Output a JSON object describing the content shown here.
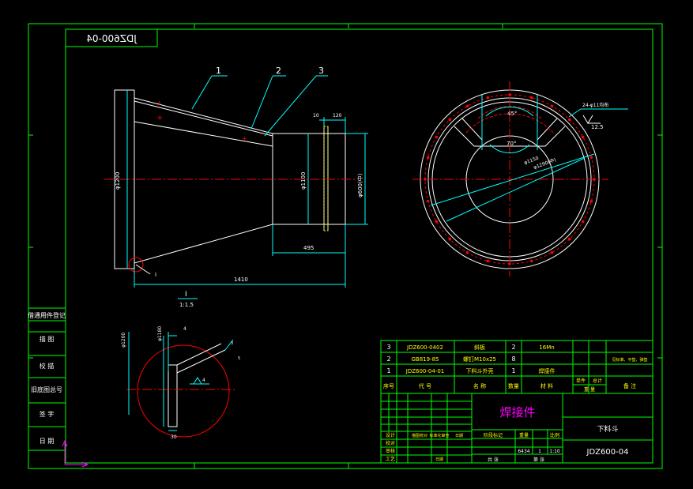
{
  "drawing": {
    "number_mirrored": "JDZ600-04",
    "part_name": "焊接件",
    "assembly_name": "下料斗",
    "drawing_number": "JDZ600-04",
    "scale": "1:10",
    "weight": "6434",
    "qty_box": "1",
    "title_words": {
      "sheets_total": "共 张",
      "sheet_n": "第 张",
      "stage": "阶段标记",
      "weight_h": "重量",
      "scale_h": "比例"
    }
  },
  "left_column": [
    "借通用件登记",
    "描  图",
    "校  描",
    "旧底图总号",
    "签  字",
    "日  期"
  ],
  "bom": {
    "headers": [
      "序号",
      "代  号",
      "名  称",
      "数量",
      "材  料",
      "单件",
      "总计",
      "备  注"
    ],
    "weight_sub": [
      "重  量"
    ],
    "rows": [
      {
        "no": "3",
        "code": "JDZ600-0402",
        "name": "斜板",
        "qty": "2",
        "mat": "16Mn",
        "note": ""
      },
      {
        "no": "2",
        "code": "GB819-85",
        "name": "螺钉M10x25",
        "qty": "8",
        "mat": "",
        "note": "见标准、平垫、弹垫"
      },
      {
        "no": "1",
        "code": "JDZ600-04-01",
        "name": "下料斗外壳",
        "qty": "1",
        "mat": "焊接件",
        "note": ""
      }
    ]
  },
  "signatures": {
    "rows": [
      "设计",
      "校对",
      "审核",
      "工艺"
    ],
    "col_labels": [
      "标准化审查",
      "日期",
      "日期"
    ],
    "design_sign": "描图校对"
  },
  "annotations": {
    "balloons": [
      "1",
      "2",
      "3"
    ],
    "dims": {
      "d1200": "φ1200",
      "d1100": "φ1100",
      "d600": "φ600(中)",
      "d10": "10",
      "d120": "120",
      "len495": "495",
      "len1410": "1410",
      "d1150": "φ1150",
      "d1290": "φ1290(中)",
      "ang45": "45°",
      "ang70": "70°",
      "holes": "24-φ11均布",
      "rough": "12.5",
      "detail_id": "I",
      "detail_scale": "1:1.5",
      "detail_d1200": "φ1200",
      "detail_d1180": "φ1180",
      "detail_4": "4",
      "detail_4b": "4",
      "detail_3": "3",
      "detail_5": "5",
      "detail_30": "30",
      "ref_I": "I"
    }
  }
}
